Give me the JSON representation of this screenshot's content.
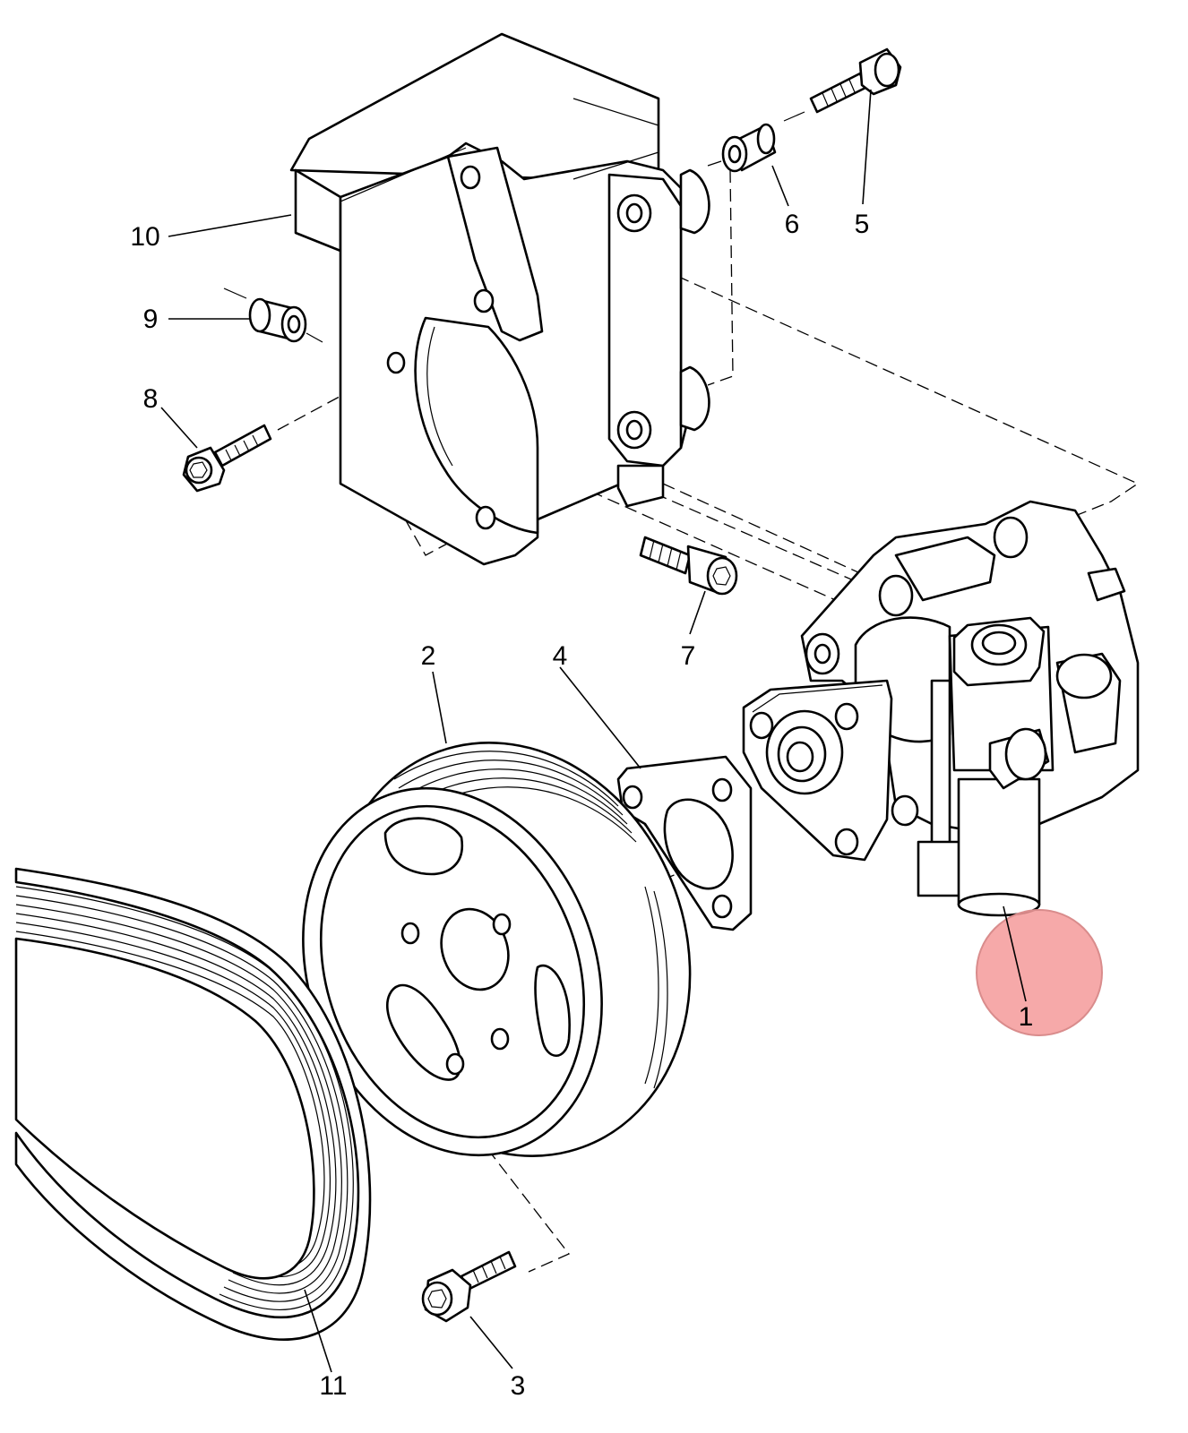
{
  "callouts": {
    "c1": "1",
    "c2": "2",
    "c3": "3",
    "c4": "4",
    "c5": "5",
    "c6": "6",
    "c7": "7",
    "c8": "8",
    "c9": "9",
    "c10": "10",
    "c11": "11"
  },
  "highlight": {
    "target": "1",
    "color": "#f59a9a"
  }
}
